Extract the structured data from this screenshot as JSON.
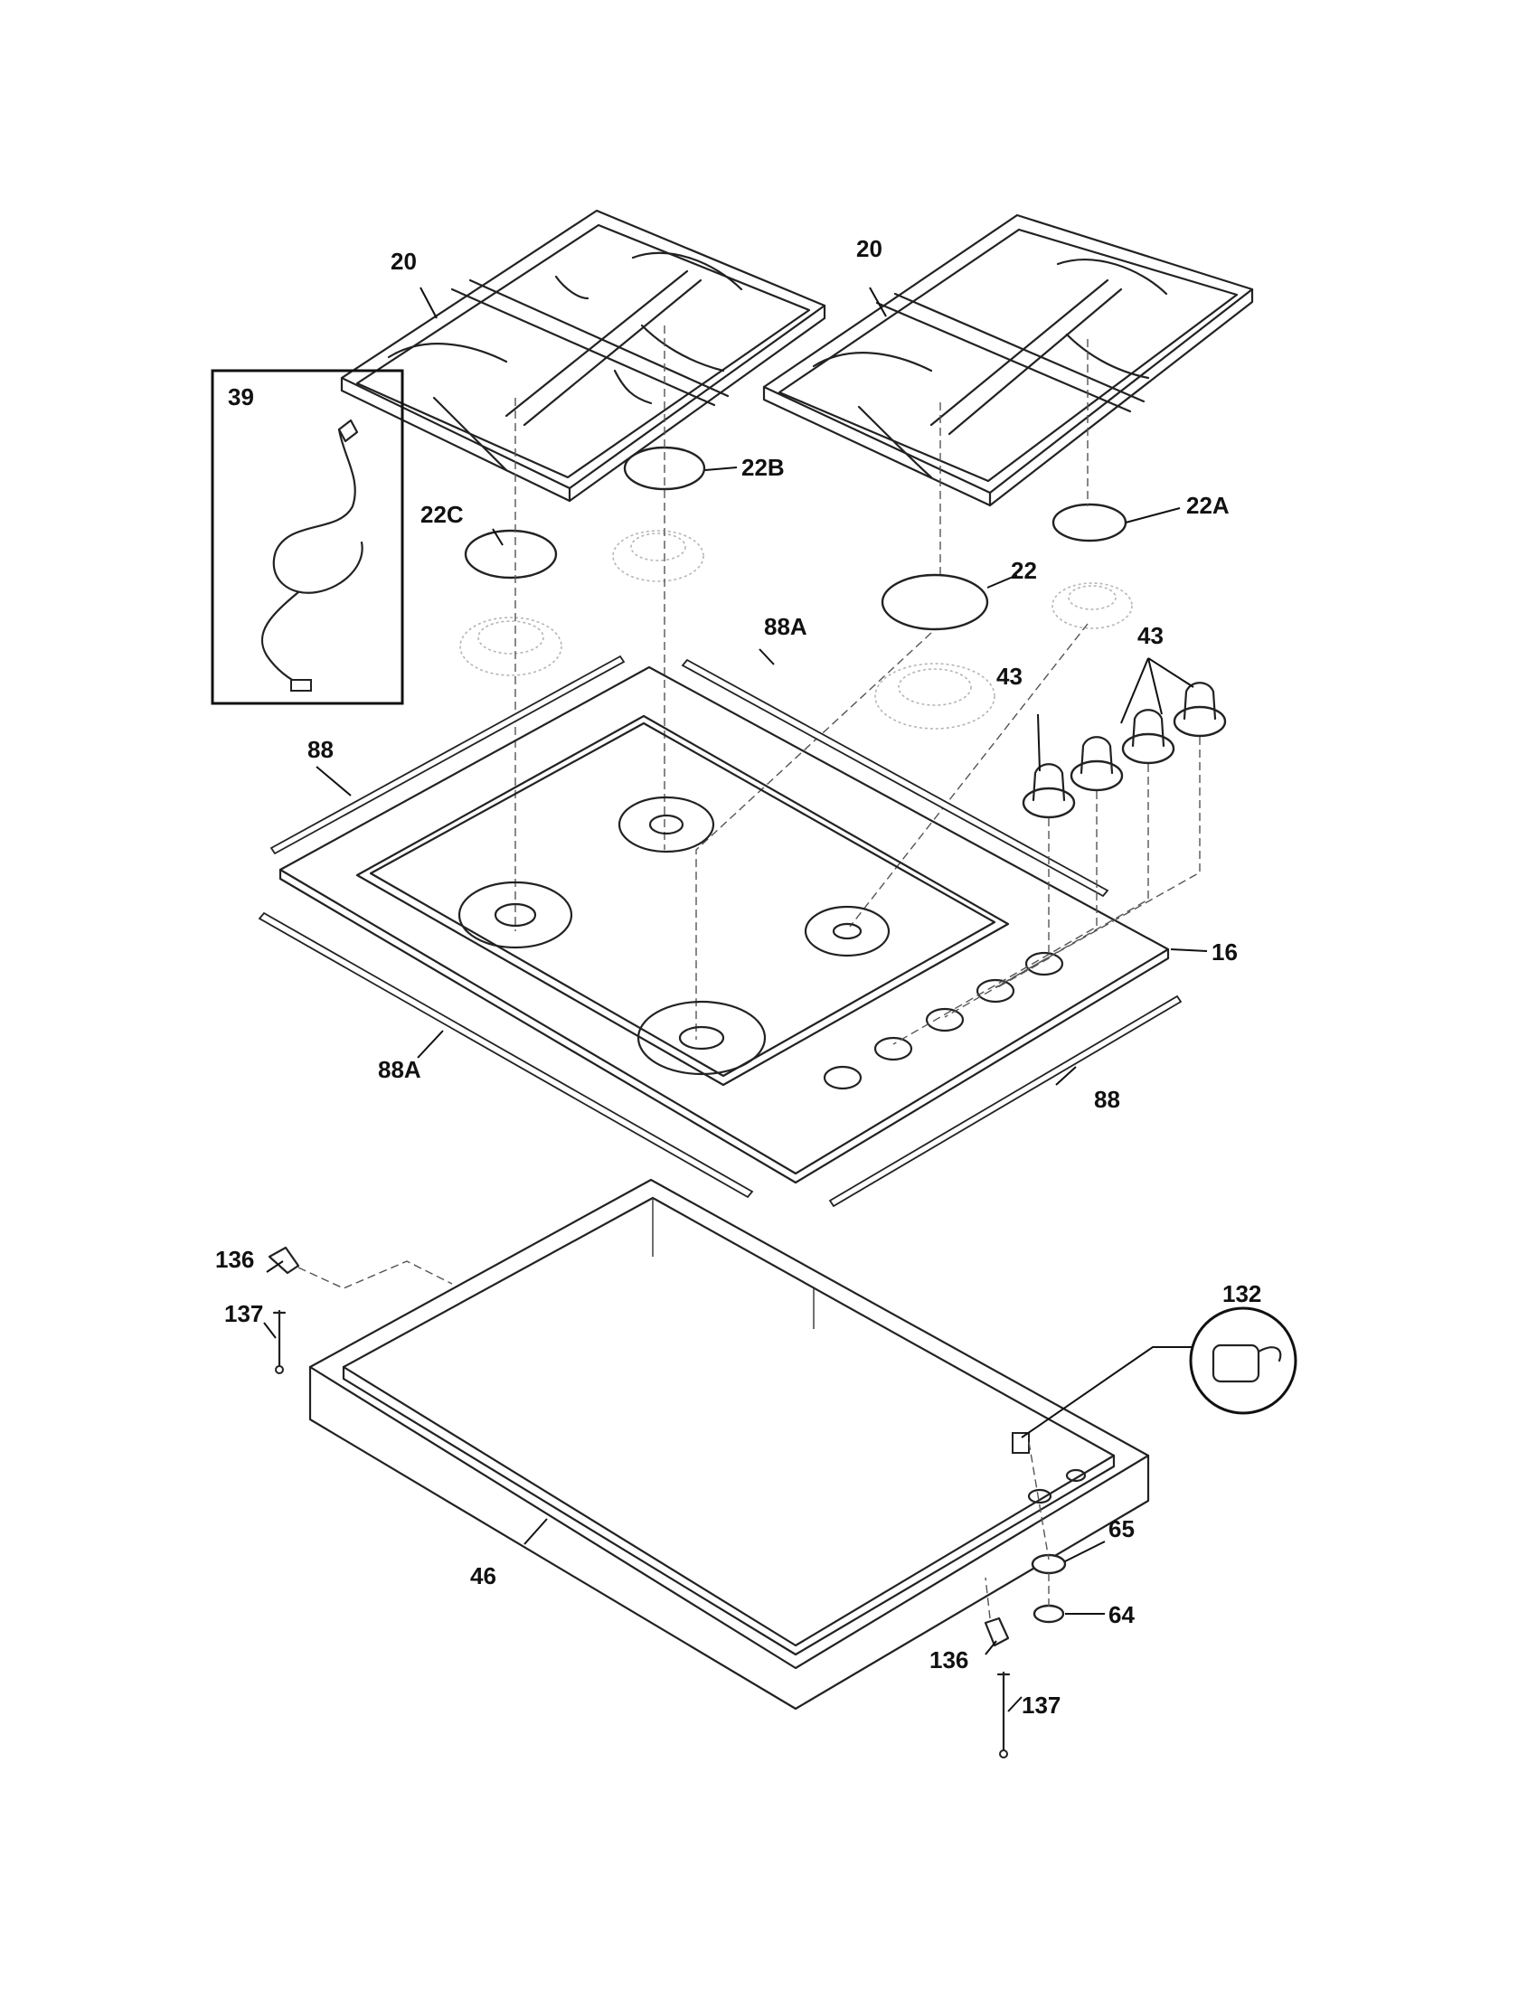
{
  "callouts": {
    "grate_left": "20",
    "grate_right": "20",
    "cap_22c": "22C",
    "cap_22b": "22B",
    "cap_22": "22",
    "cap_22a": "22A",
    "cord": "39",
    "strip_88_left": "88",
    "strip_88a_top": "88A",
    "strip_88a_bottom": "88A",
    "strip_88_bottom": "88",
    "knob_single": "43",
    "knob_group": "43",
    "cooktop": "16",
    "bracket_top": "136",
    "screw_top": "137",
    "bracket_bottom": "136",
    "screw_bottom": "137",
    "switch": "132",
    "grommet_65": "65",
    "grommet_64": "64",
    "box": "46"
  },
  "icons": {
    "grate": "burner-grate-icon",
    "cap": "burner-cap-icon",
    "burner": "burner-head-icon",
    "knob": "control-knob-icon",
    "cord": "power-cord-icon",
    "switch": "switch-icon",
    "screw": "screw-icon",
    "bracket": "bracket-icon"
  }
}
